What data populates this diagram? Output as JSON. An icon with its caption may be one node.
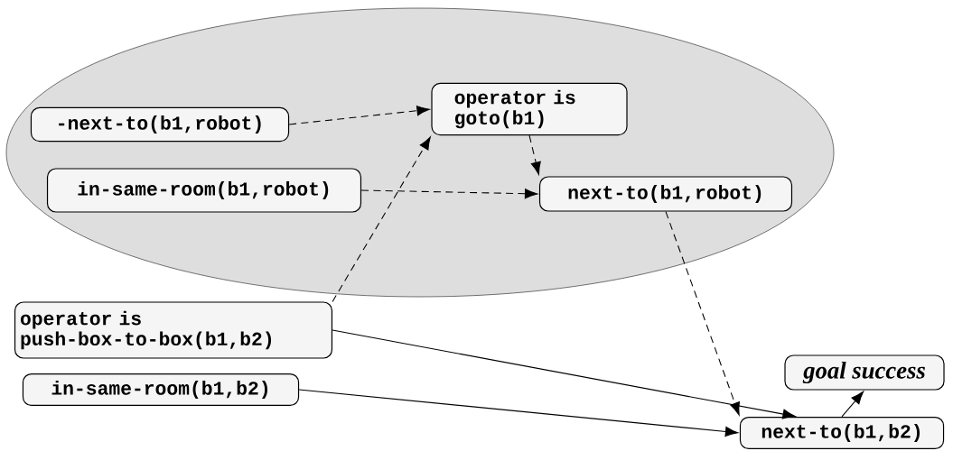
{
  "diagram": {
    "nodes": [
      {
        "text": [],
        "shape": "ellipse"
      },
      {
        "text": [
          "-next-to(b1,robot)"
        ],
        "in": 0
      },
      {
        "text": [
          "operator is goto(b1)"
        ],
        "in": 0
      },
      {
        "text": [
          "in-same-room(b1,robot)"
        ],
        "in": 0
      },
      {
        "text": [
          "next-to(b1,robot)"
        ],
        "in": 0
      },
      {
        "text": [
          "operator is push-box-to-box(b1,b2)"
        ]
      },
      {
        "text": [
          "in-same-room(b1,b2)"
        ]
      },
      {
        "text": [
          "goal success"
        ]
      },
      {
        "text": [
          "next-to(b1,b2)"
        ]
      }
    ],
    "edges": [
      {
        "from": 1,
        "to": 2,
        "arrow": "to",
        "style": "dashed"
      },
      {
        "from": 2,
        "to": 4,
        "arrow": "to",
        "style": "dashed"
      },
      {
        "from": 3,
        "to": 4,
        "arrow": "to",
        "style": "dashed"
      },
      {
        "from": 5,
        "to": 2,
        "arrow": "to",
        "style": "dashed"
      },
      {
        "from": 4,
        "to": 8,
        "arrow": "to",
        "style": "dashed"
      },
      {
        "from": 5,
        "to": 8,
        "arrow": "to"
      },
      {
        "from": 6,
        "to": 8,
        "arrow": "to"
      },
      {
        "from": 8,
        "to": 7,
        "arrow": "to"
      }
    ]
  }
}
